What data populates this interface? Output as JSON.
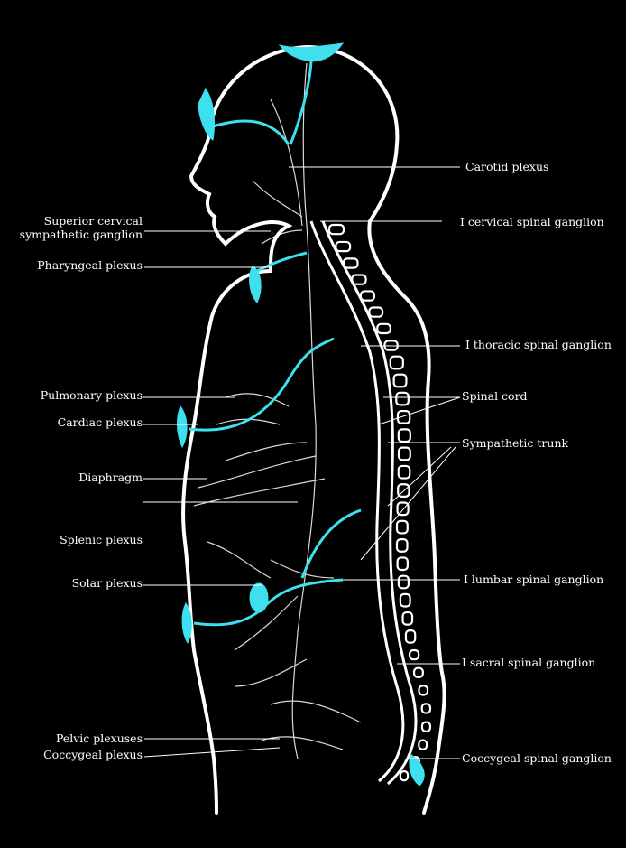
{
  "accent_color": "#3ee0ee",
  "line_color": "#ffffff",
  "labels_left": {
    "superior_cervical_1": "Superior cervical",
    "superior_cervical_2": "sympathetic ganglion",
    "pharyngeal": "Pharyngeal plexus",
    "pulmonary": "Pulmonary plexus",
    "cardiac": "Cardiac plexus",
    "diaphragm": "Diaphragm",
    "splenic": "Splenic plexus",
    "solar": "Solar plexus",
    "pelvic": "Pelvic plexuses",
    "coccygeal": "Coccygeal plexus"
  },
  "labels_right": {
    "carotid": "Carotid plexus",
    "cervical_ganglion": "I cervical spinal ganglion",
    "thoracic_ganglion": "I thoracic spinal ganglion",
    "spinal_cord": "Spinal cord",
    "sympathetic_trunk": "Sympathetic trunk",
    "lumbar_ganglion": "I lumbar spinal ganglion",
    "sacral_ganglion": "I sacral spinal ganglion",
    "coccygeal_ganglion": "Coccygeal spinal ganglion"
  }
}
